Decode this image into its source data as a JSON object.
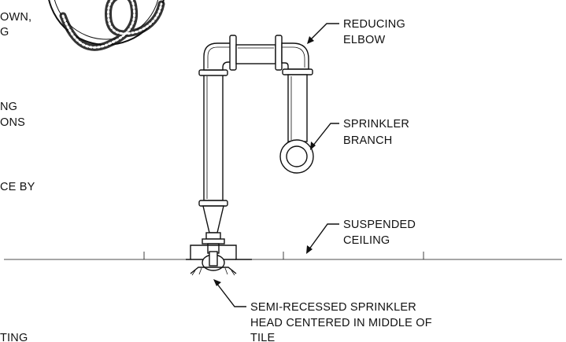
{
  "labels": {
    "reducing_elbow": [
      "REDUCING",
      "ELBOW"
    ],
    "sprinkler_branch": [
      "SPRINKLER",
      "BRANCH"
    ],
    "suspended_ceiling": [
      "SUSPENDED",
      "CEILING"
    ],
    "sprinkler_head": [
      "SEMI-RECESSED SPRINKLER",
      "HEAD CENTERED IN MIDDLE OF",
      "TILE"
    ]
  },
  "left_partial_text": [
    "OWN,",
    "G",
    "NG",
    "ONS",
    "CE BY",
    "TING"
  ]
}
